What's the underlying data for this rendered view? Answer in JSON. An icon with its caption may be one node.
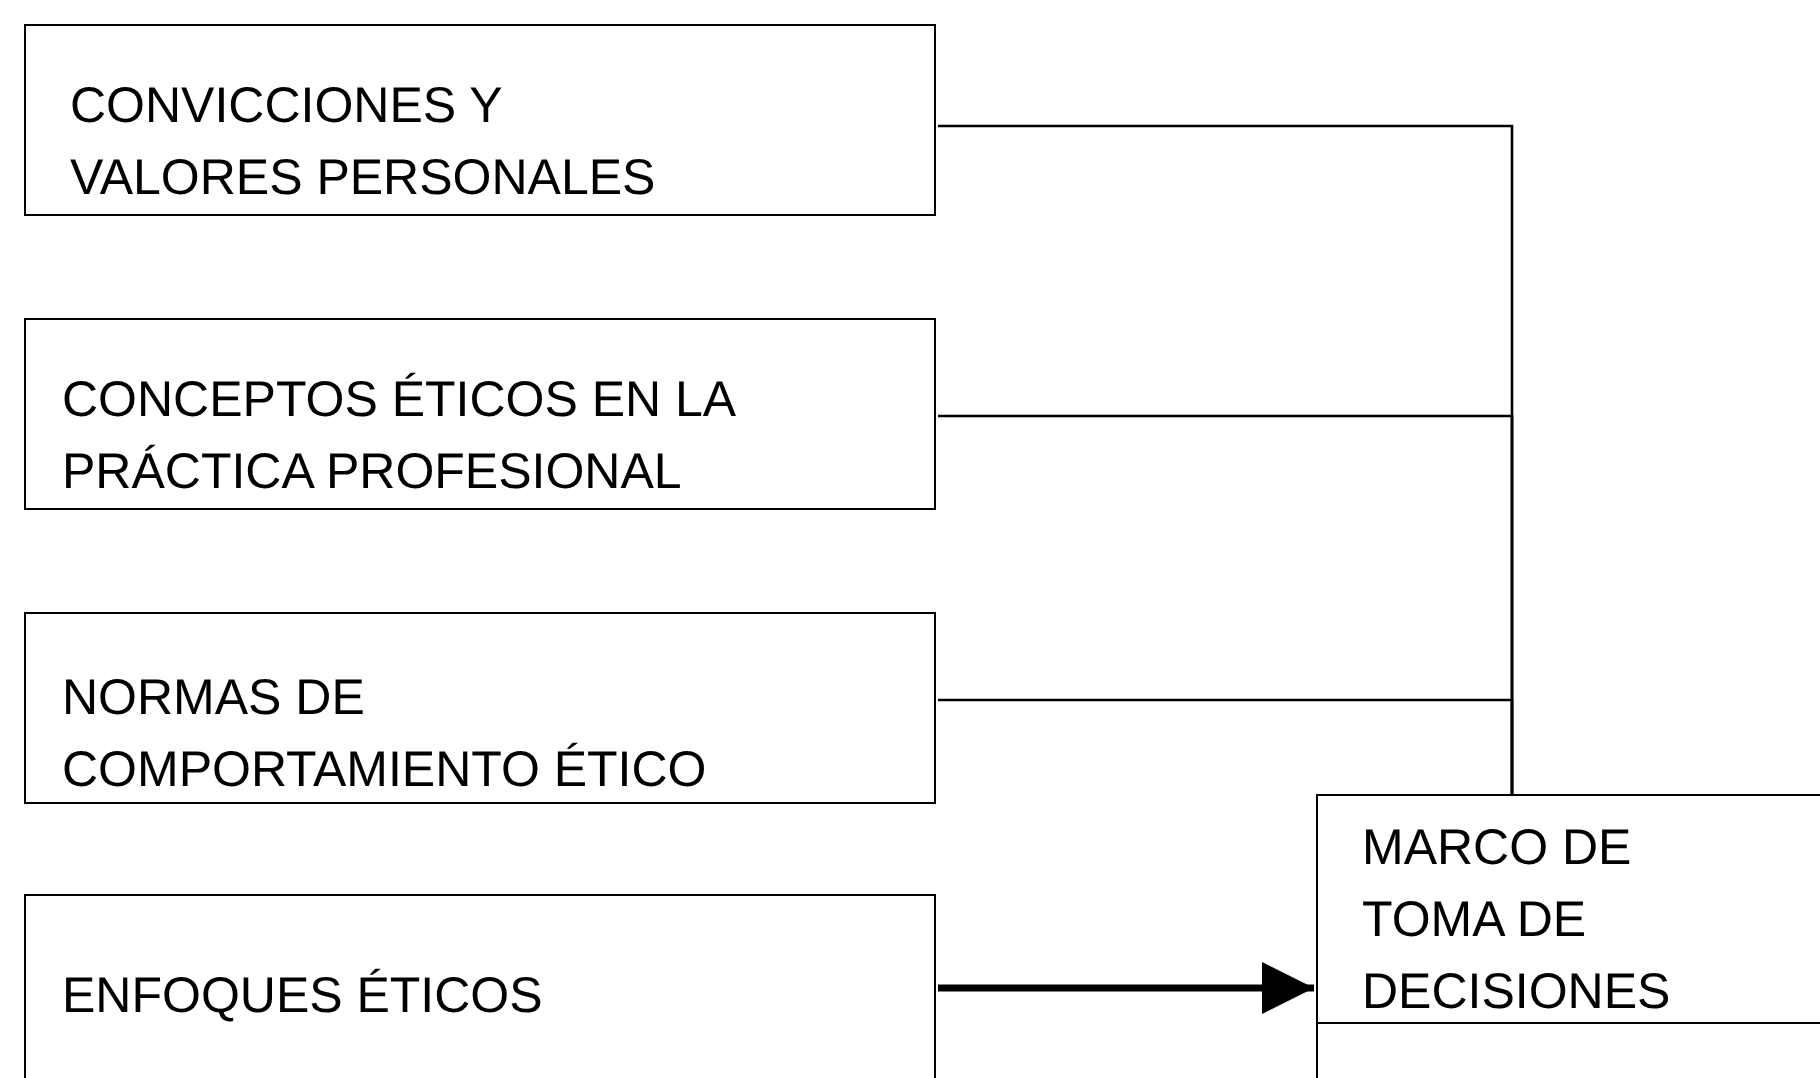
{
  "diagram": {
    "nodes": [
      {
        "text": [
          "CONVICCIONES Y VALORES PERSONALES"
        ]
      },
      {
        "text": [
          "CONCEPTOS ÉTICOS EN LA PRÁCTICA PROFESIONAL"
        ]
      },
      {
        "text": [
          "NORMAS DE COMPORTAMIENTO ÉTICO"
        ]
      },
      {
        "text": [
          "ENFOQUES ÉTICOS"
        ]
      },
      {
        "text": [
          "MARCO DE TOMA DE DECISIONES"
        ]
      }
    ],
    "edges": [
      {
        "from": 0,
        "to": 4,
        "arrow": "none"
      },
      {
        "from": 1,
        "to": 4,
        "arrow": "none"
      },
      {
        "from": 2,
        "to": 4,
        "arrow": "none"
      },
      {
        "from": 3,
        "to": 4,
        "arrow": "to",
        "style": "thick"
      }
    ]
  }
}
